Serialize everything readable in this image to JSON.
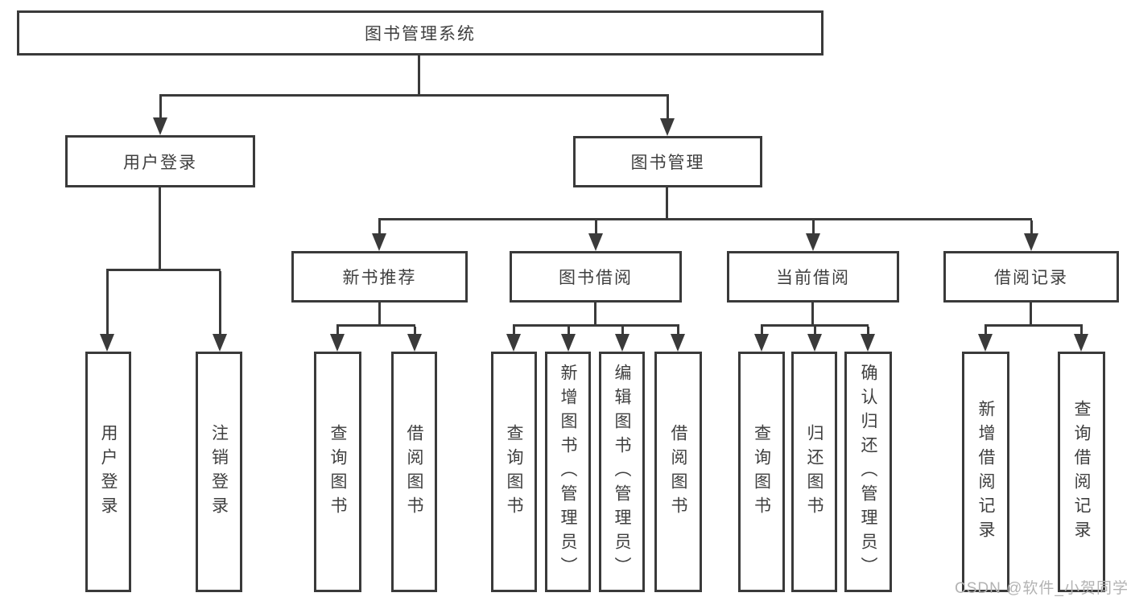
{
  "tree": {
    "label": "图书管理系统",
    "children": [
      {
        "label": "用户登录",
        "children": [
          {
            "label": "用户登录"
          },
          {
            "label": "注销登录"
          }
        ]
      },
      {
        "label": "图书管理",
        "children": [
          {
            "label": "新书推荐",
            "children": [
              {
                "label": "查询图书"
              },
              {
                "label": "借阅图书"
              }
            ]
          },
          {
            "label": "图书借阅",
            "children": [
              {
                "label": "查询图书"
              },
              {
                "label": "新增图书（管理员）"
              },
              {
                "label": "编辑图书（管理员）"
              },
              {
                "label": "借阅图书"
              }
            ]
          },
          {
            "label": "当前借阅",
            "children": [
              {
                "label": "查询图书"
              },
              {
                "label": "归还图书"
              },
              {
                "label": "确认归还（管理员）"
              }
            ]
          },
          {
            "label": "借阅记录",
            "children": [
              {
                "label": "新增借阅记录"
              },
              {
                "label": "查询借阅记录"
              }
            ]
          }
        ]
      }
    ]
  },
  "watermark": {
    "text": "CSDN @软件_小贺同学"
  },
  "colors": {
    "line": "#3a3a3a",
    "text": "#3f3f3f",
    "watermark": "#b3b3b3",
    "background": "#ffffff"
  }
}
